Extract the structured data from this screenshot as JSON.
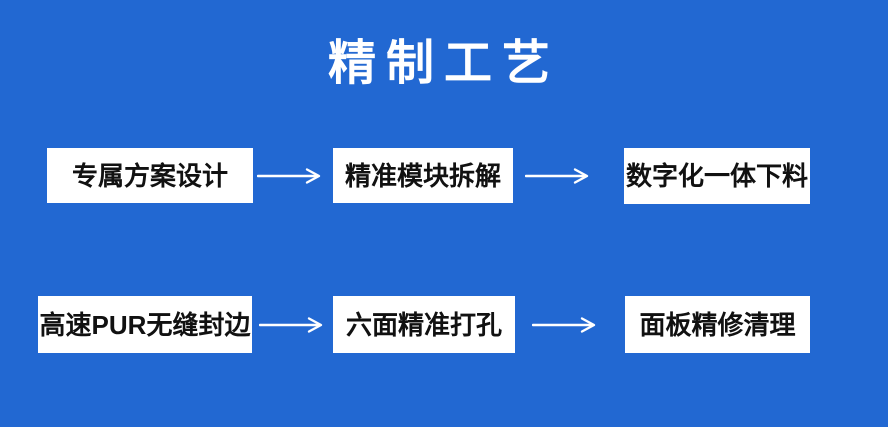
{
  "title": "精制工艺",
  "colors": {
    "background": "#2268d2",
    "box_background": "#ffffff",
    "box_text": "#111111",
    "title_text": "#ffffff",
    "arrow": "#ffffff"
  },
  "flow": {
    "rows": [
      {
        "steps": [
          "专属方案设计",
          "精准模块拆解",
          "数字化一体下料"
        ]
      },
      {
        "steps": [
          "高速PUR无缝封边",
          "六面精准打孔",
          "面板精修清理"
        ]
      }
    ]
  }
}
